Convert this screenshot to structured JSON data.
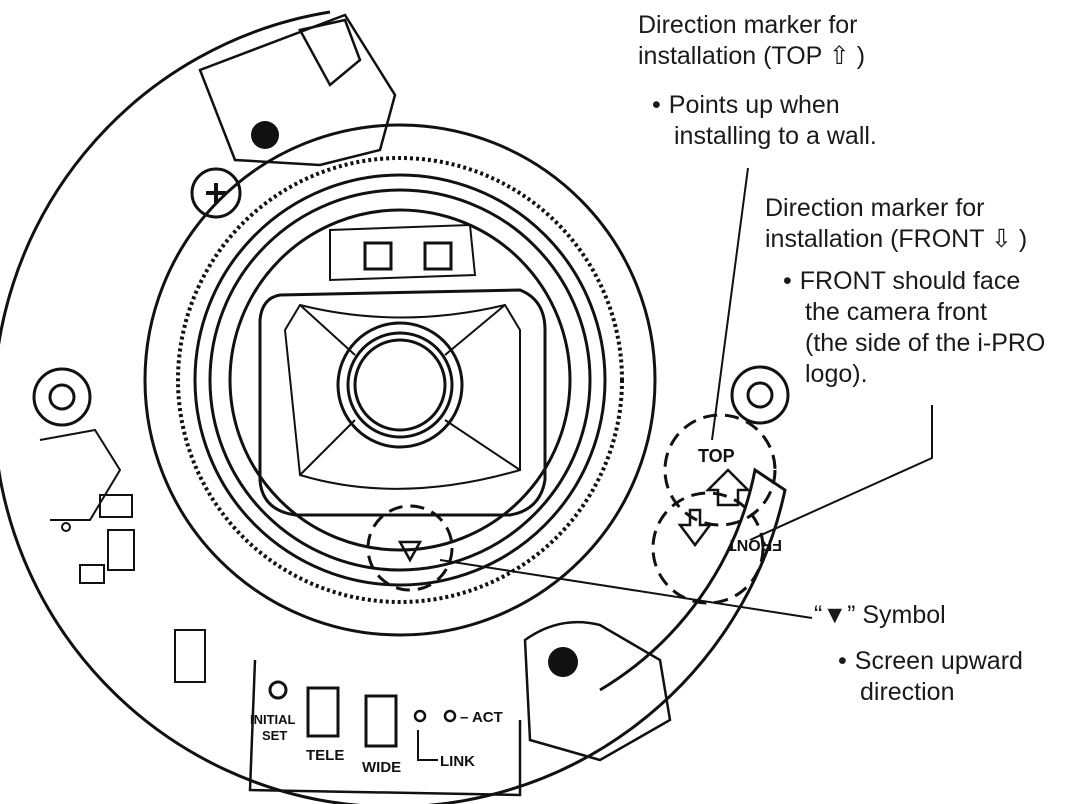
{
  "callouts": {
    "top_marker": {
      "line1": "Direction marker for",
      "line2": "installation (TOP ⇧ )",
      "bullet": "Points up when",
      "bullet_cont": "installing to a wall."
    },
    "front_marker": {
      "line1": "Direction marker for",
      "line2": "installation (FRONT ⇩ )",
      "bullet": "FRONT should face",
      "bullet_cont1": "the camera front",
      "bullet_cont2": "(the side of the i-PRO",
      "bullet_cont3": "logo)."
    },
    "symbol_marker": {
      "line1": "“▼” Symbol",
      "bullet": "Screen upward",
      "bullet_cont": "direction"
    }
  },
  "device_labels": {
    "top": "TOP",
    "front": "FRONT",
    "initial_set_1": "INITIAL",
    "initial_set_2": "SET",
    "tele": "TELE",
    "wide": "WIDE",
    "act": "ACT",
    "link": "LINK"
  },
  "colors": {
    "line": "#111111",
    "background": "#ffffff"
  }
}
